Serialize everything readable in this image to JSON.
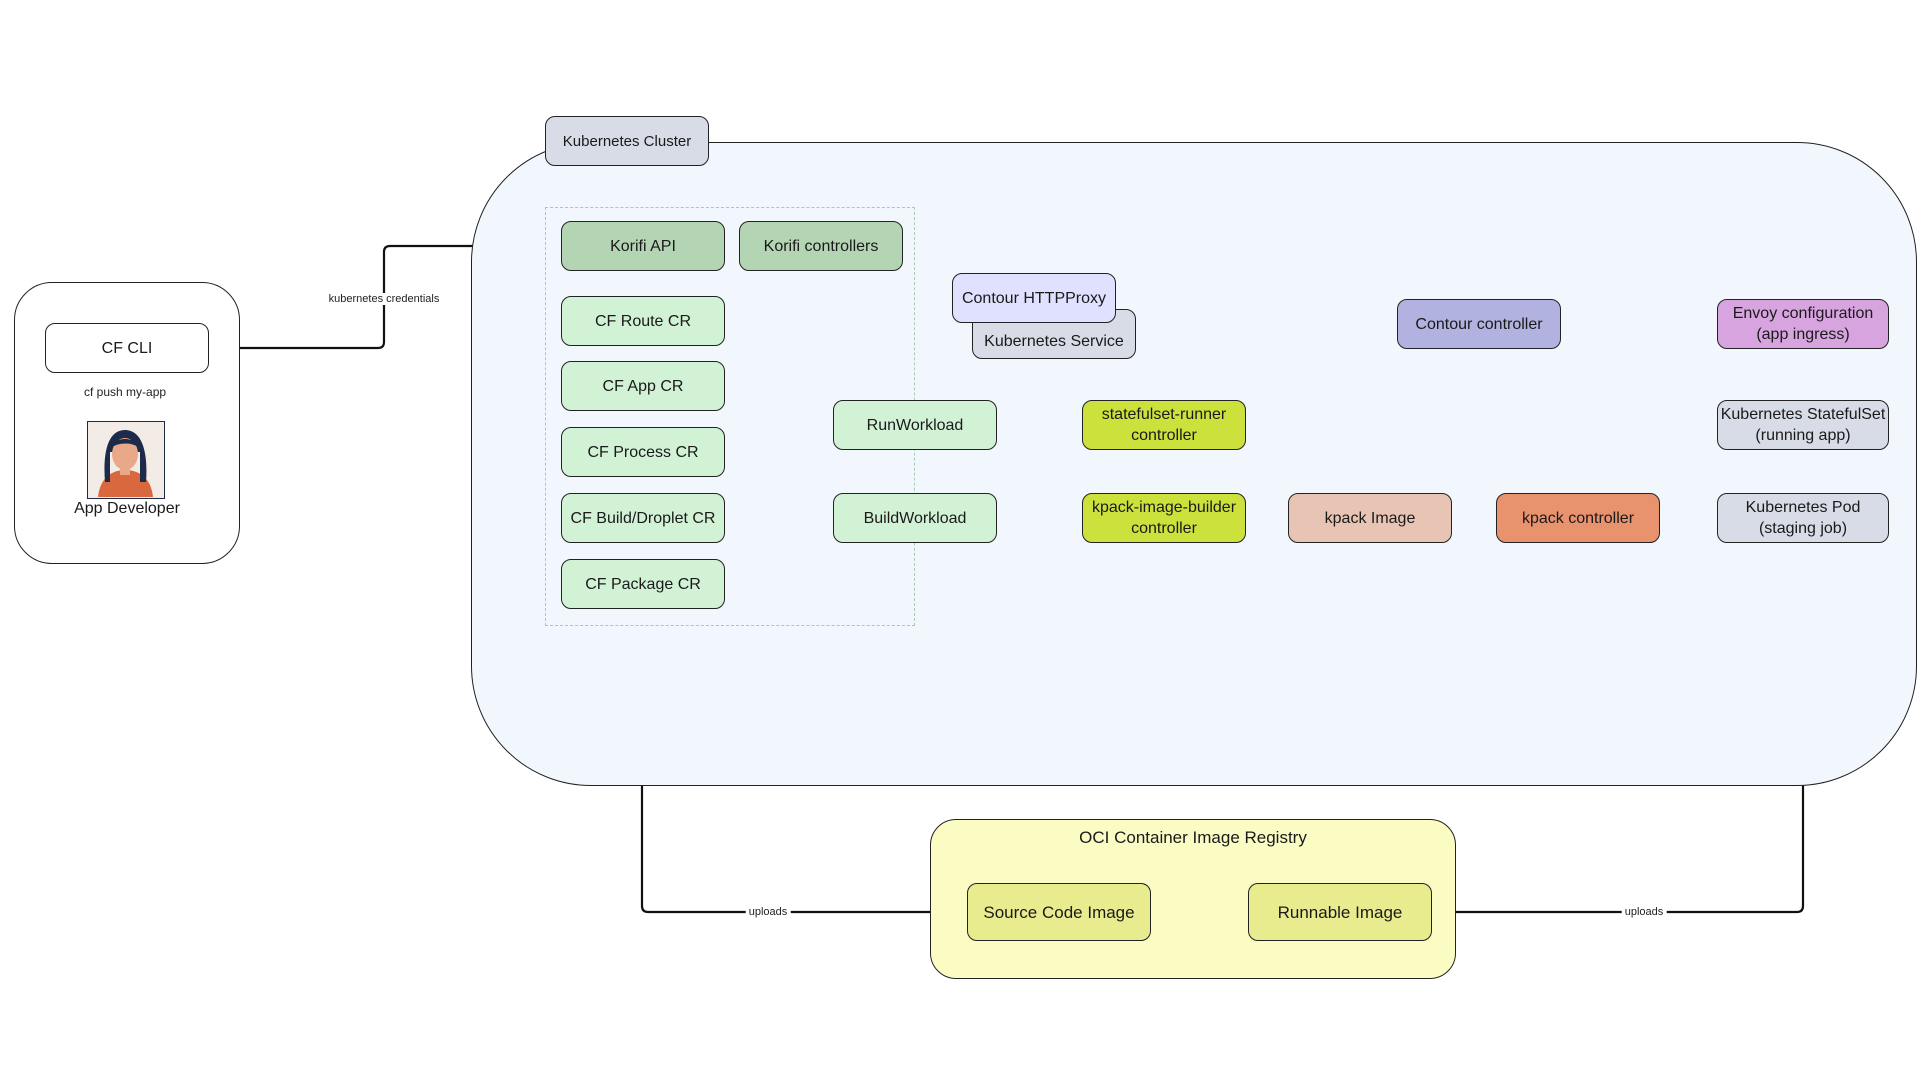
{
  "colors": {
    "cluster_bg": "#f2f7fd",
    "light_green": "#d2f2d6",
    "korifi_green": "#b4d5b3",
    "lavender": "#e0e0ff",
    "gray_blue": "#d8dce6",
    "purple_blue": "#b2b2e0",
    "magenta": "#d8a4e0",
    "lime": "#cde13c",
    "peach": "#e8c4b4",
    "orange": "#e8926e",
    "yellow_bg": "#fafcc4",
    "yellow_box": "#e8ec8e"
  },
  "developer": {
    "cli_label": "CF CLI",
    "command": "cf push my-app",
    "name": "App Developer",
    "avatar_icon": "person-avatar-icon"
  },
  "cluster": {
    "title": "Kubernetes Cluster"
  },
  "korifi": {
    "api": "Korifi API",
    "controllers": "Korifi controllers",
    "route_cr": "CF Route CR",
    "app_cr": "CF App CR",
    "process_cr": "CF Process CR",
    "build_cr": "CF Build/Droplet CR",
    "package_cr": "CF Package CR"
  },
  "routing": {
    "httpproxy": "Contour HTTPProxy",
    "k8s_service": "Kubernetes Service",
    "contour_controller": "Contour controller",
    "envoy": "Envoy configuration\n(app ingress)"
  },
  "run": {
    "workload": "RunWorkload",
    "controller": "statefulset-runner\ncontroller",
    "statefulset": "Kubernetes StatefulSet\n(running app)"
  },
  "build": {
    "workload": "BuildWorkload",
    "controller": "kpack-image-builder\ncontroller",
    "image": "kpack Image",
    "kpack_controller": "kpack controller",
    "pod": "Kubernetes Pod\n(staging job)"
  },
  "registry": {
    "title": "OCI Container Image Registry",
    "source_image": "Source Code Image",
    "runnable_image": "Runnable Image"
  },
  "edges": {
    "credentials": "kubernetes credentials",
    "uploads_left": "uploads",
    "uploads_right": "uploads"
  }
}
